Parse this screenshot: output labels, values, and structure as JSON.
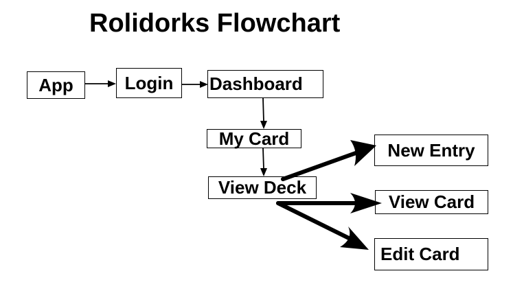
{
  "diagram": {
    "title": "Rolidorks Flowchart",
    "nodes": {
      "app": "App",
      "login": "Login",
      "dashboard": "Dashboard",
      "my_card": "My Card",
      "view_deck": "View Deck",
      "new_entry": "New Entry",
      "view_card": "View Card",
      "edit_card": "Edit Card"
    },
    "edges": [
      {
        "from": "App",
        "to": "Login",
        "style": "thin"
      },
      {
        "from": "Login",
        "to": "Dashboard",
        "style": "thin"
      },
      {
        "from": "Dashboard",
        "to": "My Card",
        "style": "thin"
      },
      {
        "from": "My Card",
        "to": "View Deck",
        "style": "thin"
      },
      {
        "from": "View Deck",
        "to": "New Entry",
        "style": "thick"
      },
      {
        "from": "View Deck",
        "to": "View Card",
        "style": "thick"
      },
      {
        "from": "View Deck",
        "to": "Edit Card",
        "style": "thick"
      }
    ],
    "colors": {
      "line": "#000000",
      "box_border": "#000000",
      "background": "#ffffff"
    }
  }
}
